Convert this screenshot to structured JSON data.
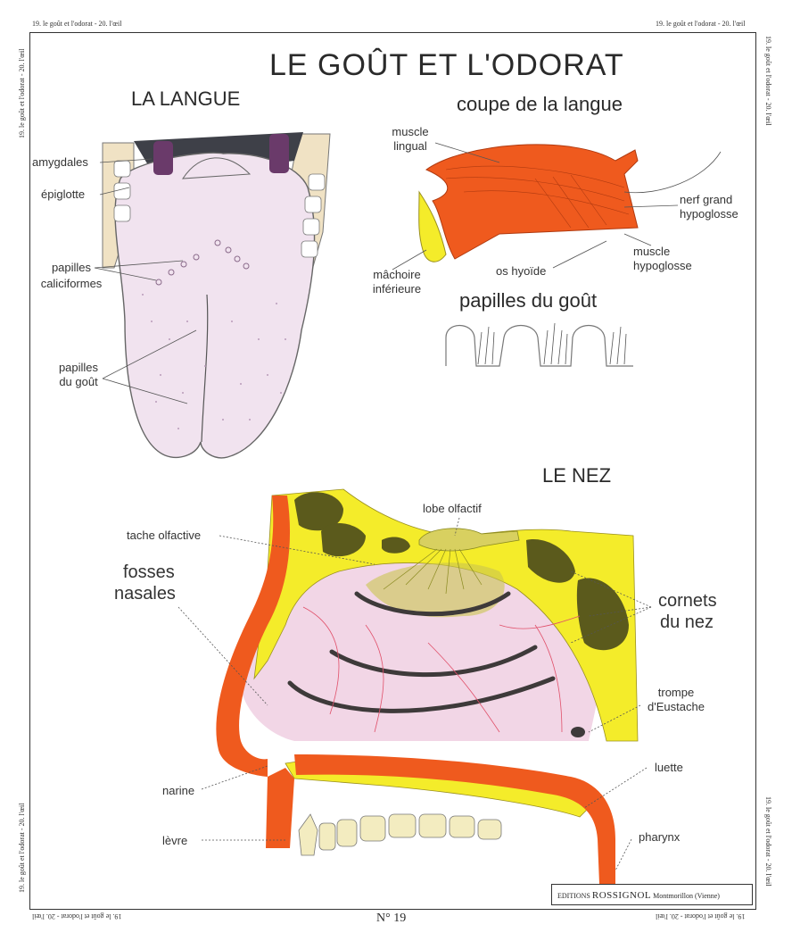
{
  "border_caption": "19. le goût et l'odorat - 20. l'œil",
  "title": "LE GOÛT ET L'ODORAT",
  "tongue": {
    "heading": "LA LANGUE",
    "labels": {
      "amygdales": "amygdales",
      "epiglotte": "épiglotte",
      "papilles_calic_1": "papilles",
      "papilles_calic_2": "caliciformes",
      "papilles_gout_1": "papilles",
      "papilles_gout_2": "du goût"
    }
  },
  "section": {
    "heading": "coupe de la langue",
    "labels": {
      "muscle_lingual_1": "muscle",
      "muscle_lingual_2": "lingual",
      "nerf_1": "nerf grand",
      "nerf_2": "hypoglosse",
      "muscle_hypo_1": "muscle",
      "muscle_hypo_2": "hypoglosse",
      "os_hyoide": "os hyoïde",
      "machoire_1": "mâchoire",
      "machoire_2": "inférieure"
    },
    "papilles_heading": "papilles du goût"
  },
  "nose": {
    "heading": "LE NEZ",
    "labels": {
      "lobe": "lobe olfactif",
      "tache": "tache olfactive",
      "fosses_1": "fosses",
      "fosses_2": "nasales",
      "cornets_1": "cornets",
      "cornets_2": "du nez",
      "trompe_1": "trompe",
      "trompe_2": "d'Eustache",
      "luette": "luette",
      "narine": "narine",
      "pharynx": "pharynx",
      "levre": "lèvre"
    }
  },
  "plate_number": "N° 19",
  "publisher": {
    "editions": "EDITIONS",
    "name": "ROSSIGNOL",
    "city": "Montmorillon (Vienne)"
  },
  "colors": {
    "tongue_pink": "#f1e3ef",
    "muscle_orange": "#ef5a1e",
    "bone_yellow": "#f4ec2a",
    "dark_olive": "#5b5a1c",
    "tonsil_purple": "#6a3a6a",
    "mucosa_pink": "#f2d6e6",
    "vessel_red": "#e0506a"
  }
}
